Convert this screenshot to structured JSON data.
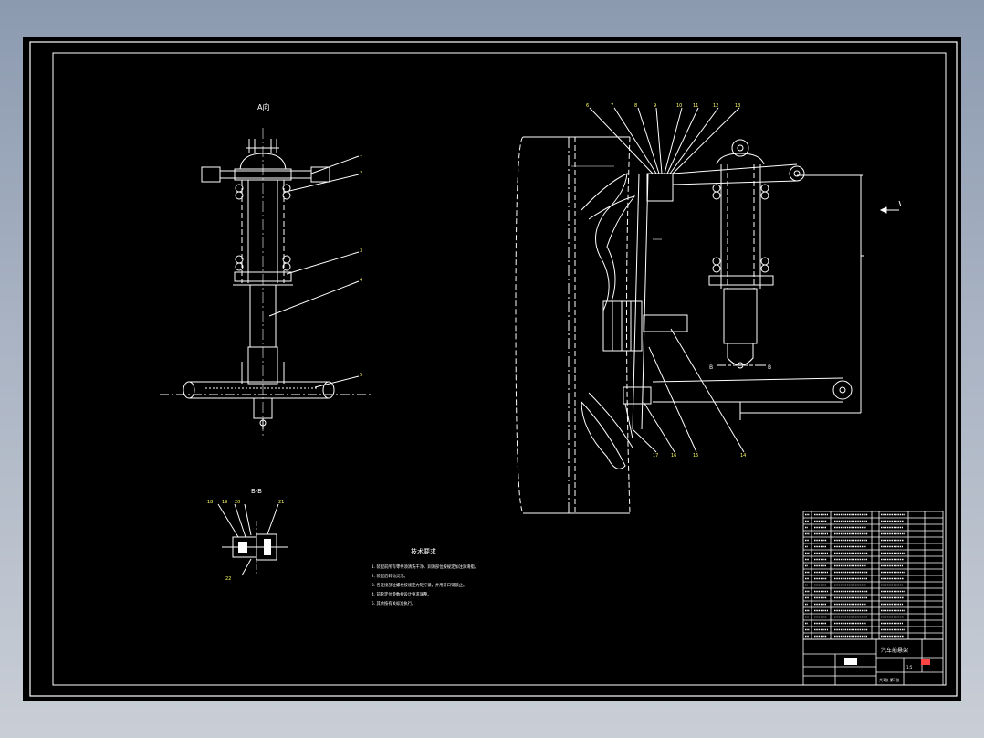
{
  "view_a": {
    "label": "A向"
  },
  "view_b": {
    "label": "B-B"
  },
  "callouts_left": [
    "1",
    "2",
    "3",
    "4",
    "5"
  ],
  "callouts_top": [
    "6",
    "7",
    "8",
    "9",
    "10",
    "11",
    "12",
    "13"
  ],
  "callouts_bottom": [
    "17",
    "16",
    "15",
    "14"
  ],
  "callouts_detail": [
    "18",
    "19",
    "20",
    "21",
    "22"
  ],
  "tech_requirements": {
    "title": "技术要求",
    "items": [
      "1. 装配前所有零件须清洗干净，润滑部位按规定加注润滑脂。",
      "2. 装配后转动灵活。",
      "3. 各连接部位螺栓按规定力矩拧紧，并用开口销锁止。",
      "4. 前轮定位参数按设计要求调整。",
      "5. 其余按有关标准执行。"
    ]
  },
  "title_block": {
    "drawing_name": "汽车前悬架",
    "scale": "1:5",
    "sheet": "共1张 第1张"
  },
  "colors": {
    "lines": "#ffffff",
    "callout_text": "#ffff66",
    "bg": "#000000"
  }
}
